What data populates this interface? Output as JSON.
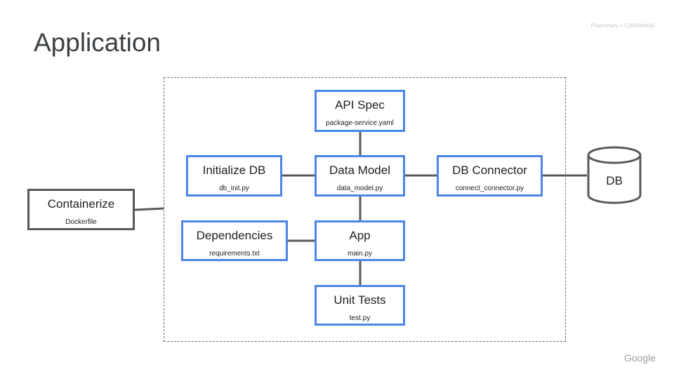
{
  "slide": {
    "title": "Application",
    "confidential": "Proprietary + Confidential",
    "logo_text": "Google"
  },
  "colors": {
    "component_border": "#4a86e8",
    "external_border": "#595959",
    "connector": "#595959",
    "boundary": "#6b6b6b"
  },
  "nodes": {
    "api_spec": {
      "label": "API Spec",
      "file": "package-service.yaml"
    },
    "initialize_db": {
      "label": "Initialize DB",
      "file": "db_init.py"
    },
    "data_model": {
      "label": "Data Model",
      "file": "data_model.py"
    },
    "db_connector": {
      "label": "DB Connector",
      "file": "connect_connector.py"
    },
    "dependencies": {
      "label": "Dependencies",
      "file": "requirements.txt"
    },
    "app": {
      "label": "App",
      "file": "main.py"
    },
    "unit_tests": {
      "label": "Unit Tests",
      "file": "test.py"
    },
    "containerize": {
      "label": "Containerize",
      "file": "Dockerfile"
    },
    "db": {
      "label": "DB",
      "icon": "database-cylinder-icon"
    }
  }
}
